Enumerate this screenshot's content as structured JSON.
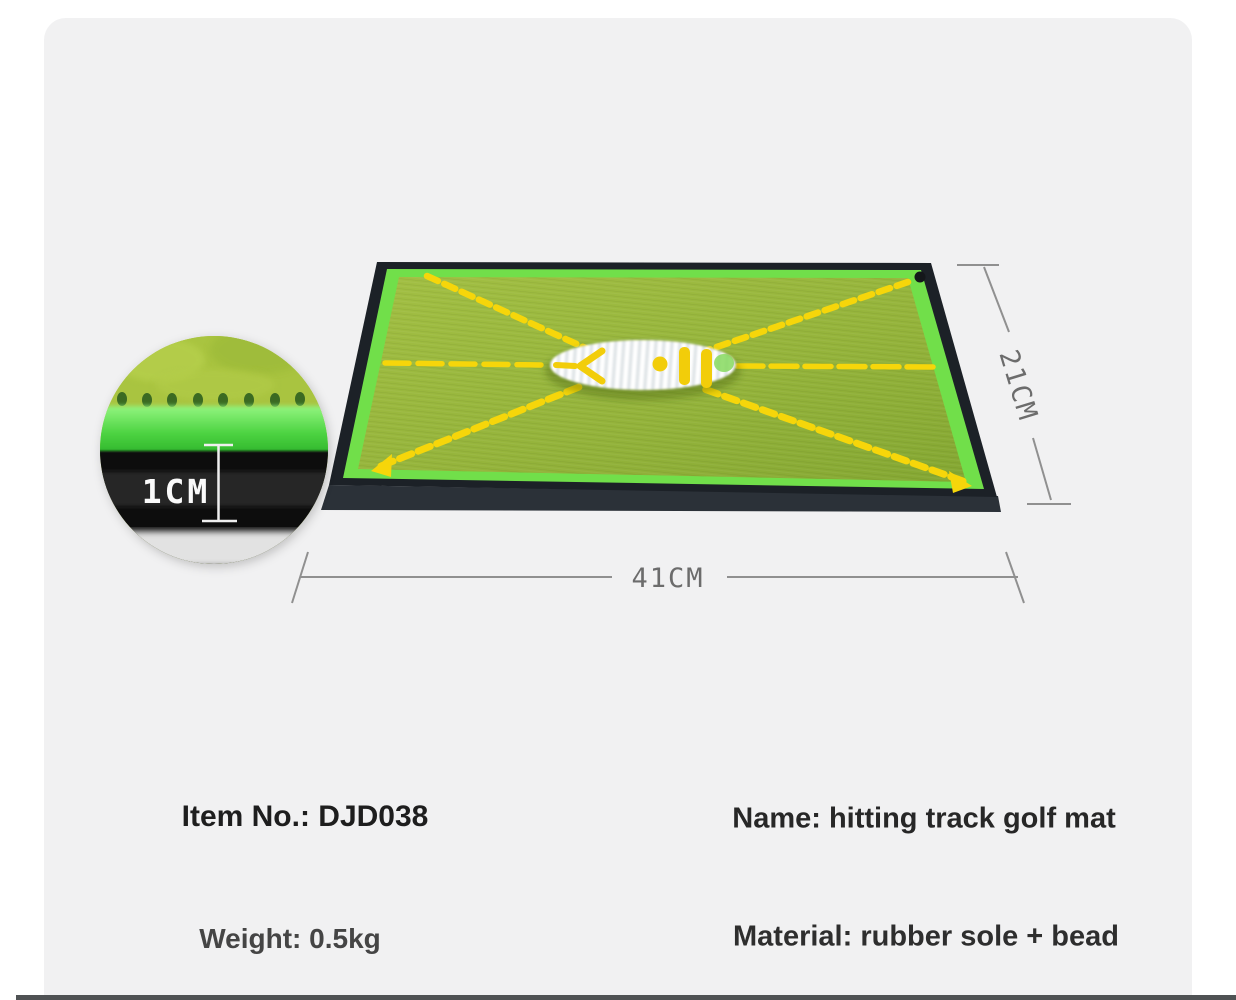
{
  "product": {
    "item_no_label": "Item No.: DJD038",
    "name_label": "Name: hitting track golf mat",
    "weight_label": "Weight: 0.5kg",
    "material_label": "Material: rubber sole + bead"
  },
  "dimensions": {
    "width_label": "41CM",
    "depth_label": "21CM",
    "thickness_label": "1CM"
  },
  "colors": {
    "panel_background": "#f1f1f2",
    "page_background": "#ffffff",
    "mat_border_black": "#1c2127",
    "mat_frame_green": "#71df4a",
    "mat_turf_green": "#96b53c",
    "marking_yellow": "#f6d60a",
    "impact_pad_white": "#ffffff",
    "dimension_line_gray": "#909090",
    "inset_fluff_green": "#46cf3c",
    "inset_sole_black": "#0b0b0b",
    "bottom_strip_gray": "#4f5254"
  }
}
